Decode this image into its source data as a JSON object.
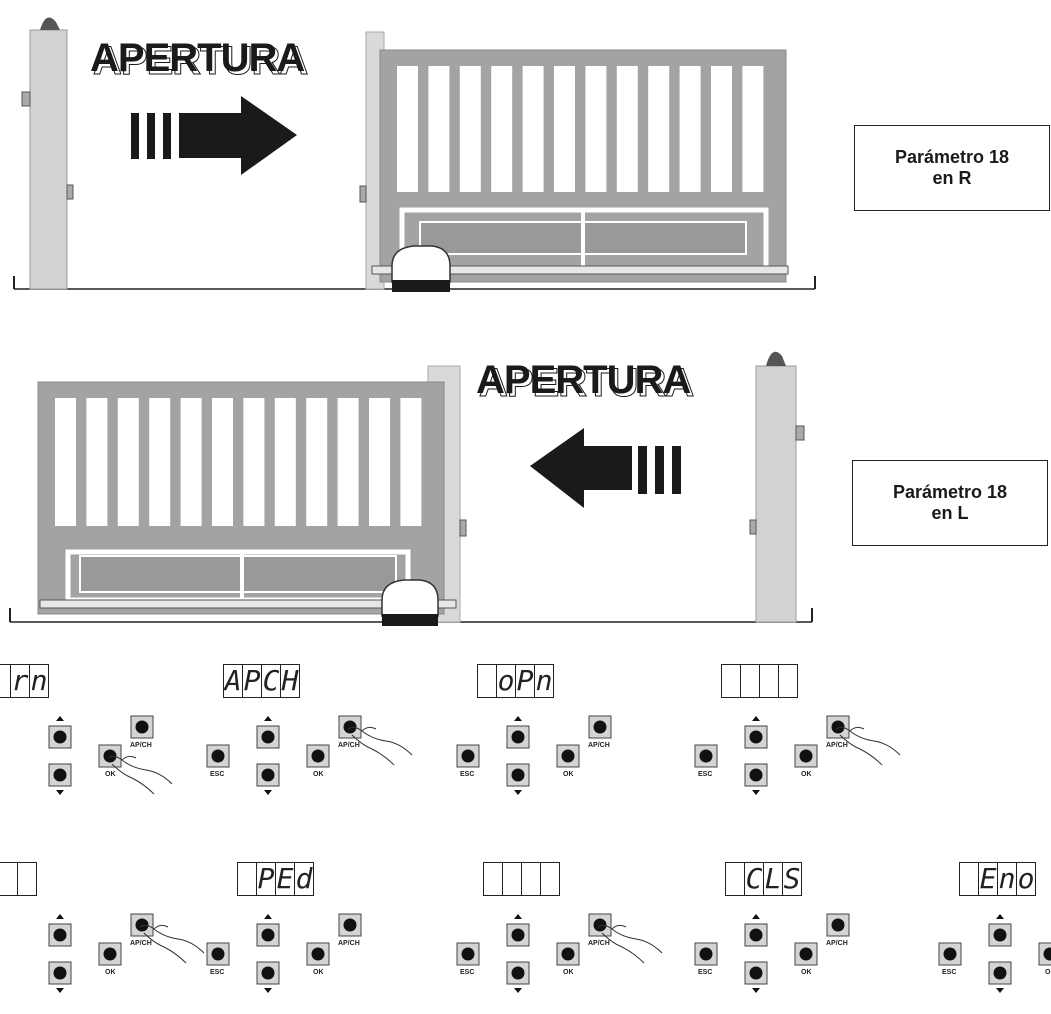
{
  "scenes": [
    {
      "direction": "right",
      "label": "APERTURA",
      "note": "Parámetro 18\nen R"
    },
    {
      "direction": "left",
      "label": "APERTURA",
      "note": "Parámetro 18\nen L"
    }
  ],
  "keys": {
    "esc": "ESC",
    "ok": "OK",
    "apch": "AP/CH"
  },
  "panels": [
    {
      "display": [
        "",
        "r",
        "n"
      ],
      "pressed": "ok",
      "esc_visible": false
    },
    {
      "display": [
        "A",
        "P",
        "C",
        "H"
      ],
      "pressed": "apch",
      "esc_visible": true
    },
    {
      "display": [
        "",
        "o",
        "P",
        "n"
      ],
      "pressed": null,
      "esc_visible": true
    },
    {
      "display": [
        "",
        "",
        "",
        ""
      ],
      "pressed": "apch",
      "esc_visible": true
    },
    {
      "display": [
        "",
        "",
        ""
      ],
      "pressed": "apch",
      "esc_visible": false
    },
    {
      "display": [
        "",
        "P",
        "E",
        "d"
      ],
      "pressed": null,
      "esc_visible": true
    },
    {
      "display": [
        "",
        "",
        "",
        ""
      ],
      "pressed": "apch",
      "esc_visible": true
    },
    {
      "display": [
        "",
        "C",
        "L",
        "S"
      ],
      "pressed": null,
      "esc_visible": true
    },
    {
      "display": [
        "",
        "E",
        "n",
        "o"
      ],
      "pressed": null,
      "esc_visible": true
    }
  ]
}
